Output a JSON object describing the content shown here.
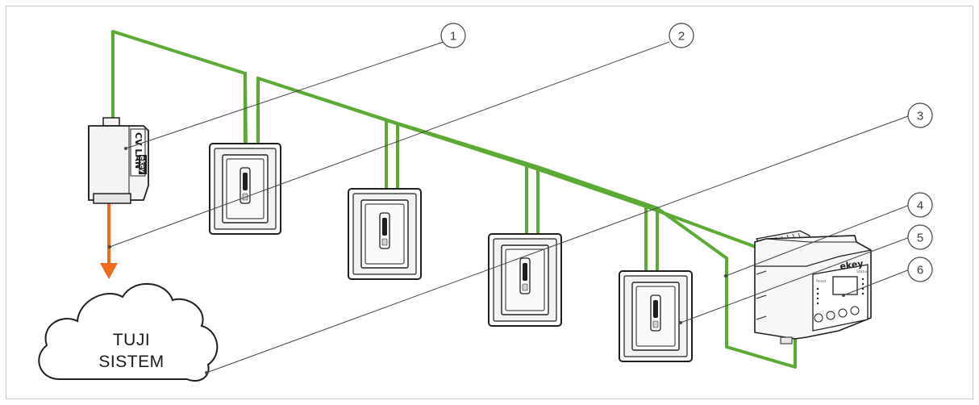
{
  "diagram": {
    "colors": {
      "bus_line": "#5aab32",
      "uplink_arrow": "#f26a1b",
      "outline": "#1e1e1e",
      "leader_line": "#444444",
      "frame_border": "#c8c8c8"
    },
    "cloud": {
      "line1": "TUJI",
      "line2": "SISTEM"
    },
    "converter": {
      "label_line1": "CV LAN",
      "brand": "ekey"
    },
    "controller": {
      "brand": "ekey",
      "left_caption": "Reset",
      "right_caption": "Status"
    },
    "callouts": [
      "1",
      "2",
      "3",
      "4",
      "5",
      "6"
    ]
  }
}
